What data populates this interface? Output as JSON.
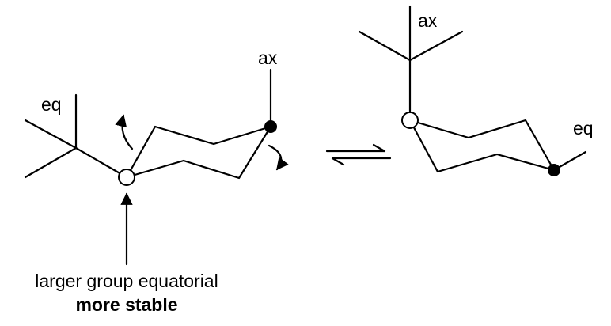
{
  "labels": {
    "left_eq": "eq",
    "left_ax": "ax",
    "right_ax": "ax",
    "right_eq": "eq"
  },
  "caption": {
    "line1": "larger group equatorial",
    "line2": "more stable"
  }
}
